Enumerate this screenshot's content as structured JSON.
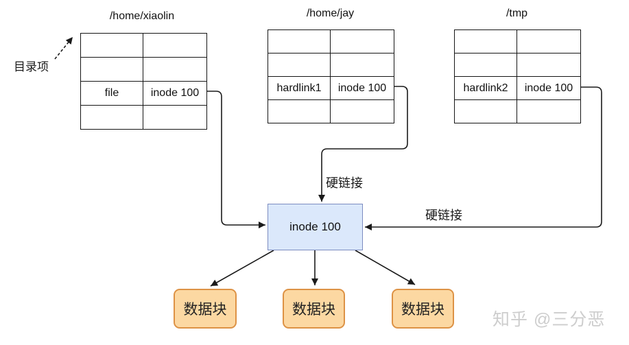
{
  "labels": {
    "directory_entry": "目录项",
    "hardlink_top": "硬链接",
    "hardlink_right": "硬链接"
  },
  "tables": [
    {
      "title": "/home/xiaolin",
      "name": "file",
      "inode": "inode 100"
    },
    {
      "title": "/home/jay",
      "name": "hardlink1",
      "inode": "inode 100"
    },
    {
      "title": "/tmp",
      "name": "hardlink2",
      "inode": "inode 100"
    }
  ],
  "inode_box": {
    "label": "inode 100"
  },
  "data_blocks": [
    {
      "label": "数据块"
    },
    {
      "label": "数据块"
    },
    {
      "label": "数据块"
    }
  ],
  "watermark": "知乎 @三分恶",
  "colors": {
    "file_cell": "#d5e8d4",
    "hardlink_cell": "#e9d3e0",
    "inode_cell": "#dbe8fb",
    "inode_box_fill": "#dbe8fb",
    "inode_box_border": "#7b8bc0",
    "data_block_fill": "#fcd8a2",
    "data_block_border": "#dd9245",
    "line": "#1a1a1a",
    "watermark": "#cdcdcd"
  }
}
